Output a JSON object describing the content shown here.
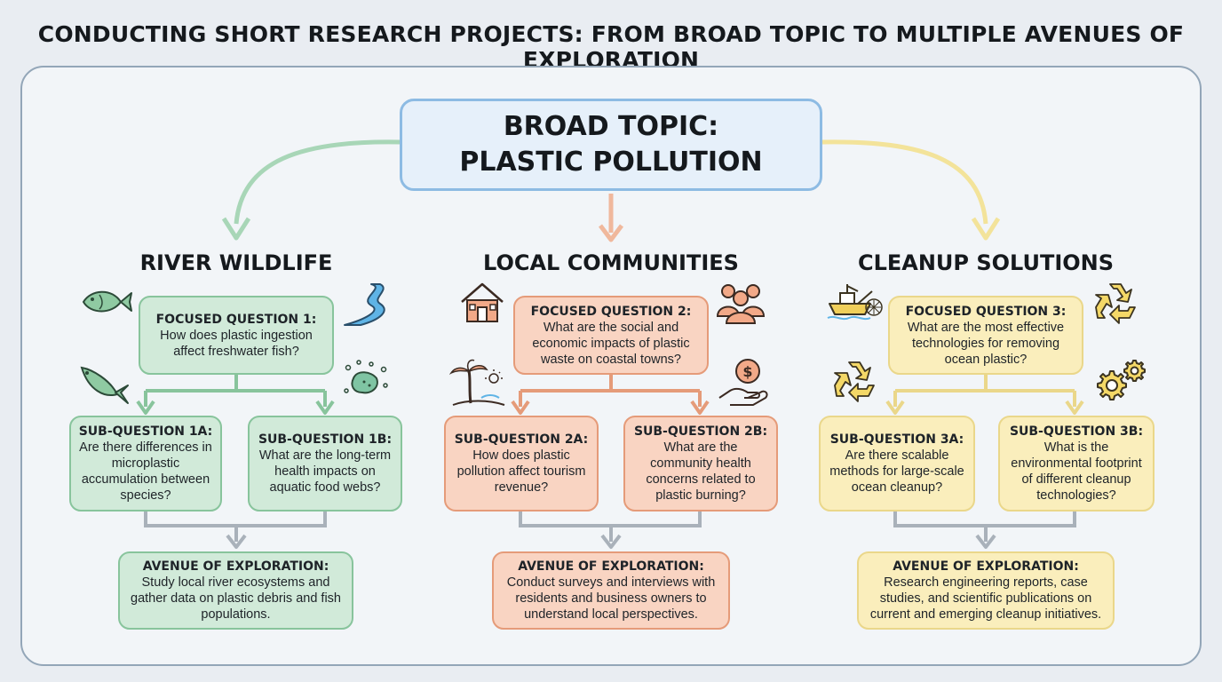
{
  "title": "CONDUCTING SHORT RESEARCH PROJECTS: FROM BROAD TOPIC TO MULTIPLE AVENUES OF EXPLORATION",
  "broad_topic": {
    "line1": "BROAD TOPIC:",
    "line2": "PLASTIC POLLUTION"
  },
  "columns": [
    {
      "category": "RIVER WILDLIFE",
      "focused": {
        "heading": "FOCUSED QUESTION 1:",
        "text": "How does plastic ingestion affect freshwater fish?"
      },
      "sub_a": {
        "heading": "SUB-QUESTION 1A:",
        "text": "Are there differences in microplastic accumulation between species?"
      },
      "sub_b": {
        "heading": "SUB-QUESTION 1B:",
        "text": "What are the long-term health impacts on aquatic food webs?"
      },
      "avenue": {
        "heading": "AVENUE OF EXPLORATION:",
        "text": "Study local river ecosystems and gather data on plastic debris and fish populations."
      },
      "icons": [
        "fish-icon",
        "river-icon",
        "fish-swimming-icon",
        "microplastic-particles-icon"
      ]
    },
    {
      "category": "LOCAL COMMUNITIES",
      "focused": {
        "heading": "FOCUSED QUESTION 2:",
        "text": "What are the social and economic impacts of plastic waste on coastal towns?"
      },
      "sub_a": {
        "heading": "SUB-QUESTION 2A:",
        "text": "How does plastic pollution affect tourism revenue?"
      },
      "sub_b": {
        "heading": "SUB-QUESTION 2B:",
        "text": "What are the community health concerns related to plastic burning?"
      },
      "avenue": {
        "heading": "AVENUE OF EXPLORATION:",
        "text": "Conduct surveys and interviews with residents and business owners to understand local perspectives."
      },
      "icons": [
        "house-icon",
        "people-group-icon",
        "beach-palm-icon",
        "money-hand-icon"
      ]
    },
    {
      "category": "CLEANUP SOLUTIONS",
      "focused": {
        "heading": "FOCUSED QUESTION 3:",
        "text": "What are the most effective technologies for removing ocean plastic?"
      },
      "sub_a": {
        "heading": "SUB-QUESTION 3A:",
        "text": "Are there scalable methods for large-scale ocean cleanup?"
      },
      "sub_b": {
        "heading": "SUB-QUESTION 3B:",
        "text": "What is the environmental footprint of different cleanup technologies?"
      },
      "avenue": {
        "heading": "AVENUE OF EXPLORATION:",
        "text": "Research engineering reports, case studies, and scientific publications on current and emerging cleanup initiatives."
      },
      "icons": [
        "cleanup-boat-icon",
        "recycle-icon",
        "recycle-icon",
        "gears-icon"
      ]
    }
  ],
  "colors": {
    "green": "#88c49c",
    "orange": "#e59b79",
    "yellow": "#ead78a",
    "blue": "#8dbbe3",
    "gray": "#a9b1ba"
  }
}
